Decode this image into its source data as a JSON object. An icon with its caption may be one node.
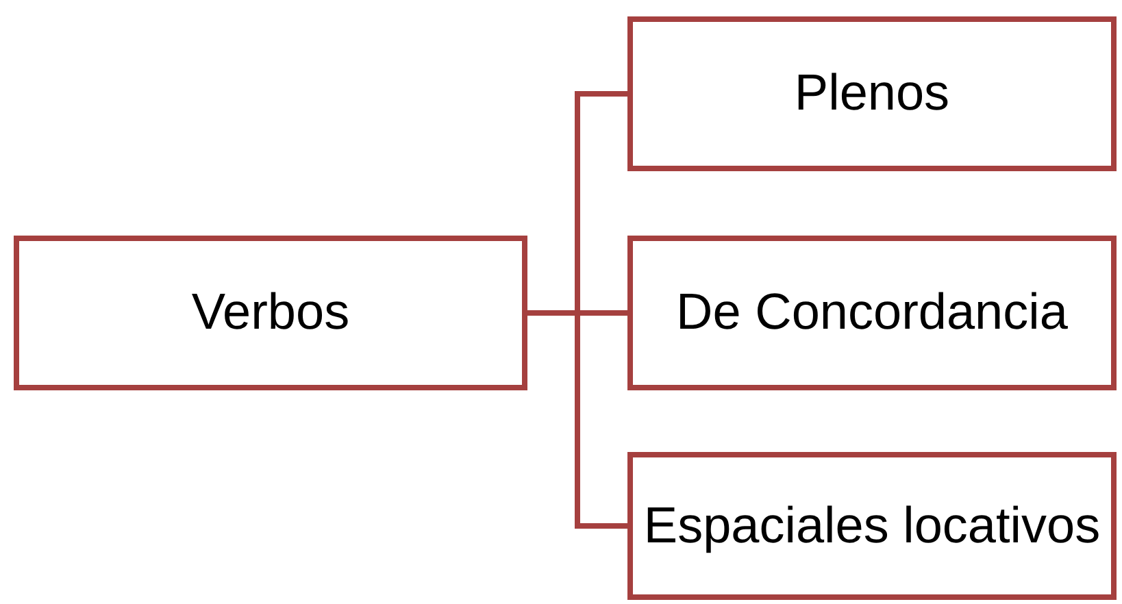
{
  "diagram": {
    "nodes": [
      {
        "text": [
          "Verbos"
        ]
      },
      {
        "text": [
          "Plenos"
        ]
      },
      {
        "text": [
          "De Concordancia"
        ]
      },
      {
        "text": [
          "Espaciales locativos"
        ]
      }
    ],
    "edges": [
      {
        "from": 0,
        "to": 1,
        "arrow": "none"
      },
      {
        "from": 0,
        "to": 2,
        "arrow": "none"
      },
      {
        "from": 0,
        "to": 3,
        "arrow": "none"
      }
    ]
  }
}
